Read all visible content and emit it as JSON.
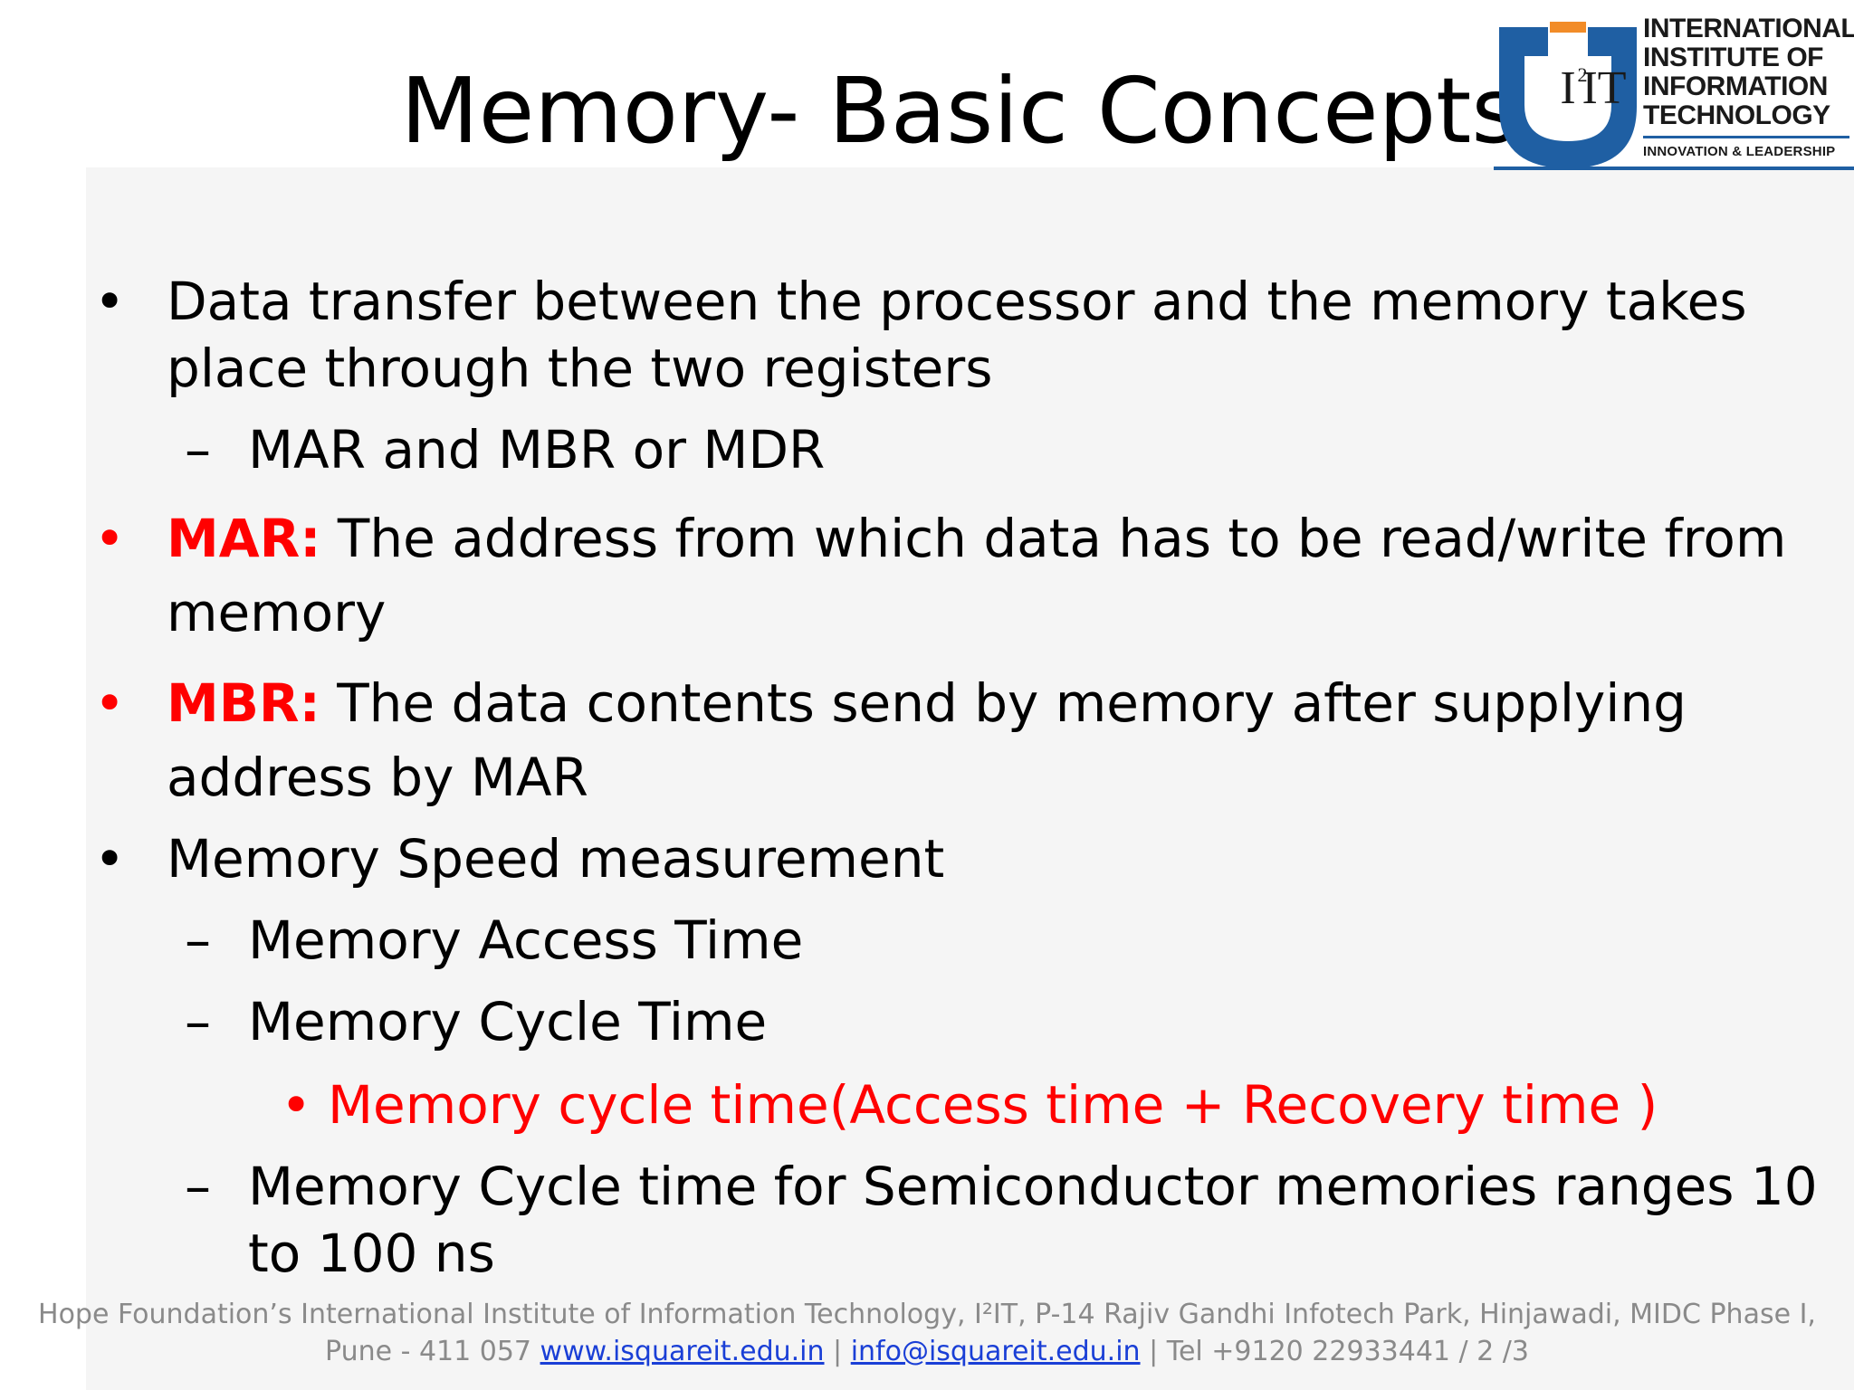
{
  "slide": {
    "title": "Memory- Basic Concepts",
    "bullets": {
      "b1": {
        "line1": "Data transfer between the processor and the memory takes",
        "line2": "place through the two registers",
        "sub": "MAR and MBR or MDR"
      },
      "b2": {
        "term": "MAR:",
        "line1": " The address from which data has to be read/write from",
        "line2": "memory"
      },
      "b3": {
        "term": "MBR:",
        "line1": " The data contents send by memory after supplying",
        "line2": "address by MAR"
      },
      "b4": {
        "line1": "Memory Speed measurement",
        "sub1": "Memory Access Time",
        "sub2": "Memory Cycle Time",
        "subsub": "Memory cycle time(Access time + Recovery time )",
        "sub3_line1": "Memory Cycle time for Semiconductor memories ranges 10",
        "sub3_line2": "to 100 ns"
      }
    },
    "bullet_glyph": "•",
    "dash_glyph": "–"
  },
  "logo": {
    "mark": "I²IT",
    "lines": [
      "INTERNATIONAL",
      "INSTITUTE OF",
      "INFORMATION",
      "TECHNOLOGY"
    ],
    "tagline": "INNOVATION & LEADERSHIP",
    "colors": {
      "blue": "#1f5fa3",
      "orange": "#f28c28",
      "text": "#1a1a1a"
    }
  },
  "footer": {
    "line1": "Hope Foundation’s International Institute of Information Technology, I²IT, P-14 Rajiv Gandhi Infotech Park, Hinjawadi,  MIDC Phase I,",
    "line2_prefix": "Pune - 411 057  ",
    "website": "www.isquareit.edu.in",
    "sep1": " | ",
    "email": "info@isquareit.edu.in",
    "line2_suffix": "  | Tel +9120 22933441 / 2 /3"
  },
  "colors": {
    "accent_red": "#ff0000",
    "footer_gray": "#8a8a8a",
    "link_blue": "#1a3fd6"
  }
}
